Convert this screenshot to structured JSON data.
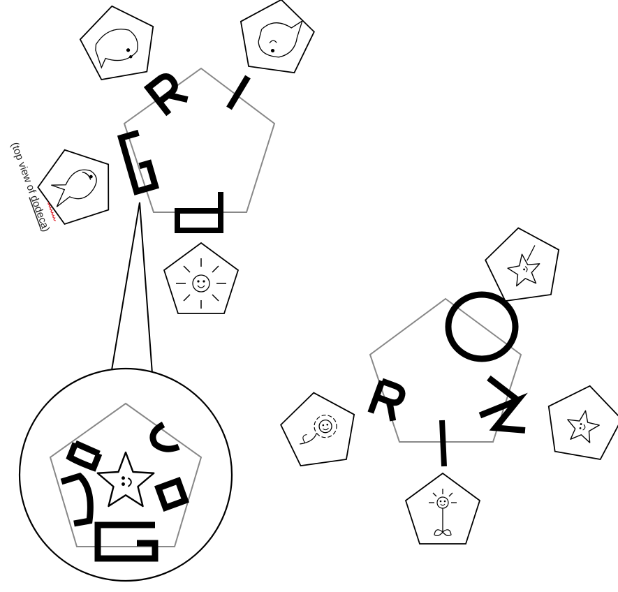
{
  "caption": {
    "prefix": "(top view of ",
    "word": "dodeca",
    "suffix": ")"
  },
  "letter_groups": [
    {
      "group": "top-left pentagon",
      "letters": [
        "R",
        "I",
        "G",
        "P"
      ]
    },
    {
      "group": "right pentagon",
      "letters": [
        "O",
        "N",
        "I",
        "R"
      ]
    },
    {
      "group": "zoom circle",
      "letters": [
        "D",
        "C",
        "D",
        "O",
        "G"
      ]
    }
  ],
  "icons": [
    "fish",
    "fish",
    "fish",
    "sun",
    "star",
    "flower",
    "star",
    "flower-sun",
    "star"
  ],
  "colors": {
    "stroke": "#000000",
    "pentagon_outline": "#888888",
    "spellcheck_underline": "#e0202a"
  }
}
